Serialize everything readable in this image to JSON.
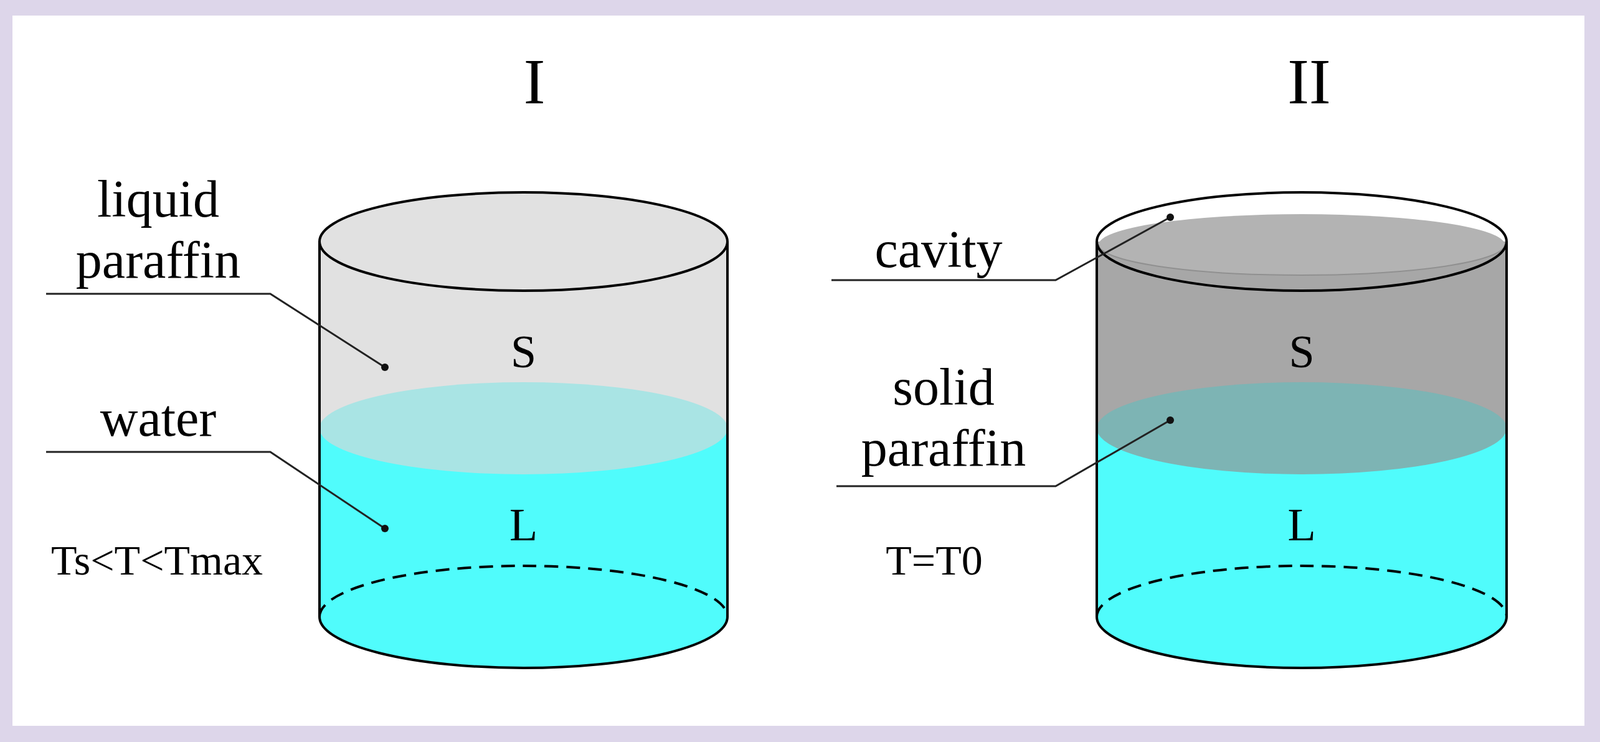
{
  "diagram": {
    "nodes": [
      {
        "text": [
          "I"
        ]
      },
      {
        "text": [
          "S"
        ],
        "in": 0
      },
      {
        "text": [
          "L"
        ],
        "in": 0
      },
      {
        "text": [
          "II"
        ]
      },
      {
        "text": [
          "S"
        ],
        "in": 3
      },
      {
        "text": [
          "L"
        ],
        "in": 3
      }
    ],
    "labels": [
      "liquid paraffin",
      "water",
      "Ts<T<Tmax",
      "cavity",
      "solid paraffin",
      "T=T0"
    ]
  }
}
